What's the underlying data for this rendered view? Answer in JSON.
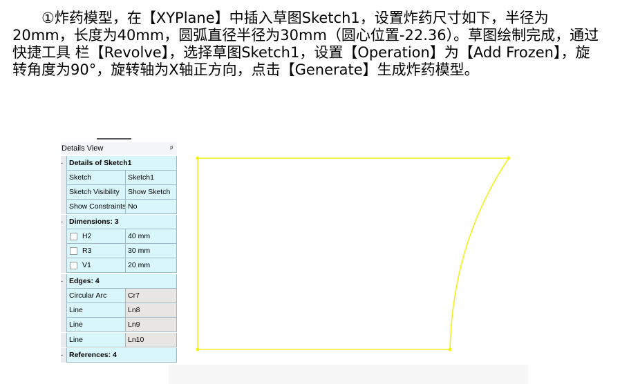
{
  "instruction_text": "①炸药模型，在【XYPlane】中插入草图Sketch1，设置炸药尺寸如下，半径为20mm，长度为40mm，圆弧直径半径为30mm（圆心位置-22.36）。草图绘制完成，通过快捷工具 栏【Revolve】，选择草图Sketch1，设置【Operation】为【Add Frozen】，旋 转角度为90°，旋转轴为X轴正方向，点击【Generate】生成炸药模型。",
  "details_view": {
    "title": "Details View",
    "pin": "ᵖ",
    "sections": {
      "details_of_sketch": "Details of Sketch1",
      "dimensions": "Dimensions: 3",
      "edges": "Edges: 4",
      "references": "References: 4"
    },
    "sketch_rows": [
      {
        "label": "Sketch",
        "value": "Sketch1"
      },
      {
        "label": "Sketch Visibility",
        "value": "Show Sketch"
      },
      {
        "label": "Show Constraints?",
        "value": "No"
      }
    ],
    "dimension_rows": [
      {
        "label": "H2",
        "value": "40 mm"
      },
      {
        "label": "R3",
        "value": "30 mm"
      },
      {
        "label": "V1",
        "value": "20 mm"
      }
    ],
    "edge_rows": [
      {
        "label": "Circular Arc",
        "value": "Cr7"
      },
      {
        "label": "Line",
        "value": "Ln8"
      },
      {
        "label": "Line",
        "value": "Ln9"
      },
      {
        "label": "Line",
        "value": "Ln10"
      }
    ]
  },
  "colors": {
    "sketch_line": "#f2f21a",
    "cell_bg": "#d9f6fb",
    "edge_value_bg": "#e8e6e3"
  }
}
